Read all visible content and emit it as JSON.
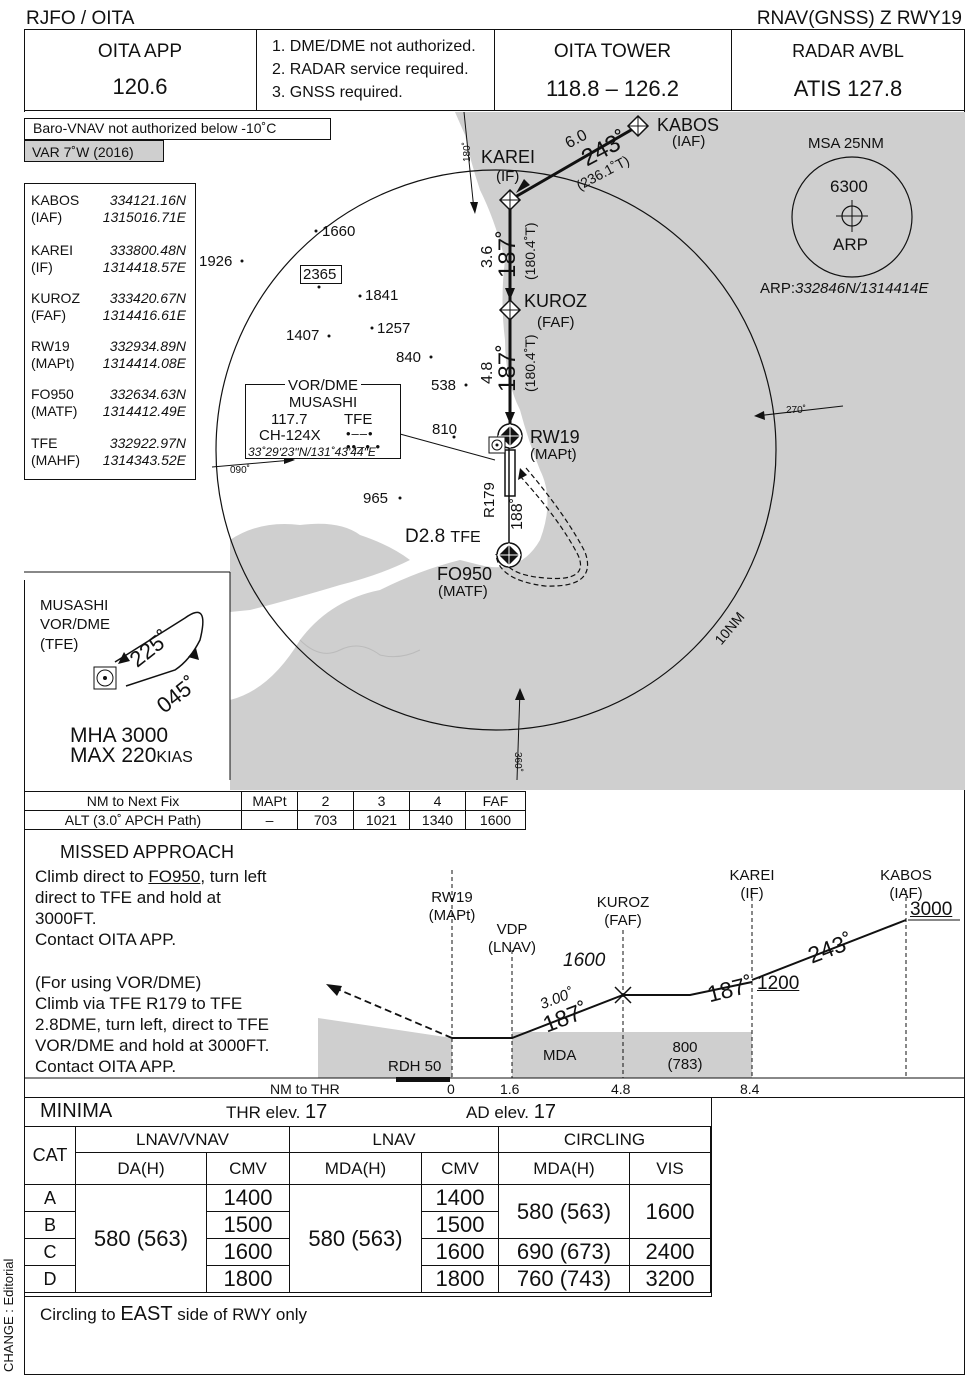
{
  "header": {
    "airport": "RJFO / OITA",
    "procedure": "RNAV(GNSS) Z RWY19"
  },
  "comms": {
    "app_label": "OITA  APP",
    "app_freq": "120.6",
    "notes": [
      "1. DME/DME not authorized.",
      "2. RADAR service required.",
      "3. GNSS required."
    ],
    "tower_label": "OITA  TOWER",
    "tower_freq": "118.8 – 126.2",
    "radar_label": "RADAR  AVBL",
    "atis": "ATIS  127.8"
  },
  "plan": {
    "baro_note": "Baro-VNAV not authorized below -10˚C",
    "variation": "VAR 7˚W (2016)",
    "waypoints": [
      {
        "name": "KABOS",
        "role": "(IAF)",
        "lat": "334121.16N",
        "lon": "1315016.71E"
      },
      {
        "name": "KAREI",
        "role": "(IF)",
        "lat": "333800.48N",
        "lon": "1314418.57E"
      },
      {
        "name": "KUROZ",
        "role": "(FAF)",
        "lat": "333420.67N",
        "lon": "1314416.61E"
      },
      {
        "name": "RW19",
        "role": "(MAPt)",
        "lat": "332934.89N",
        "lon": "1314414.08E"
      },
      {
        "name": "FO950",
        "role": "(MATF)",
        "lat": "332634.63N",
        "lon": "1314412.49E"
      },
      {
        "name": "TFE",
        "role": "(MAHF)",
        "lat": "332922.97N",
        "lon": "1314343.52E"
      }
    ],
    "msa": {
      "title": "MSA 25NM",
      "alt": "6300",
      "ref": "ARP",
      "arp_label": "ARP:",
      "arp_coord": "332846N/1314414E"
    },
    "navaid": {
      "title": "VOR/DME",
      "name": "MUSASHI",
      "freq": "117.7",
      "ident": "TFE",
      "channel": "CH-124X",
      "coord": "33˚29ʹ23ʺN/131˚43ʹ44ʺE"
    },
    "fixes": {
      "kabos": "KABOS",
      "kabos_role": "(IAF)",
      "karei": "KAREI",
      "karei_role": "(IF)",
      "kuroz": "KUROZ",
      "kuroz_role": "(FAF)",
      "rw19": "RW19",
      "rw19_role": "(MAPt)",
      "fo950": "FO950",
      "fo950_role": "(MATF)",
      "d28": "D2.8",
      "tfe": "TFE"
    },
    "legs": {
      "leg1_dist": "6.0",
      "leg1_crs": "243˚",
      "leg1_true": "(236.1˚T)",
      "leg2_dist": "3.6",
      "leg2_crs": "187˚",
      "leg2_true": "(180.4˚T)",
      "leg3_dist": "4.8",
      "leg3_crs": "187˚",
      "leg3_true": "(180.4˚T)",
      "radial": "R179",
      "ma_crs": "188˚"
    },
    "elevations": [
      "1660",
      "1926",
      "2365",
      "1841",
      "1407",
      "1257",
      "840",
      "538",
      "810",
      "965"
    ],
    "bearings": {
      "b180": "180˚",
      "b270": "270˚",
      "b090": "090˚",
      "b360": "360˚"
    },
    "range_ring": "10NM",
    "holding": {
      "fix_line1": "MUSASHI",
      "fix_line2": "VOR/DME",
      "fix_line3": "(TFE)",
      "inbound": "225˚",
      "outbound": "045˚",
      "mha": "MHA 3000",
      "max_prefix": "MAX 220",
      "max_unit": "KIAS"
    }
  },
  "distance_table": {
    "headers": [
      "NM to Next Fix",
      "MAPt",
      "2",
      "3",
      "4",
      "FAF"
    ],
    "row_label": "ALT (3.0˚ APCH Path)",
    "values": [
      "–",
      "703",
      "1021",
      "1340",
      "1600"
    ]
  },
  "missed_approach": {
    "title": "MISSED APPROACH",
    "line1_a": "Climb direct to ",
    "line1_fix": "FO950",
    "line1_b": ", turn left",
    "lines_rest": [
      "direct to TFE and hold at",
      "3000FT.",
      "Contact OITA APP."
    ],
    "vor_lines": [
      "(For using VOR/DME)",
      "Climb via TFE R179 to TFE",
      "2.8DME, turn left, direct to TFE",
      "VOR/DME and hold at 3000FT.",
      "Contact OITA APP."
    ]
  },
  "profile": {
    "rw19": "RW19",
    "rw19_role": "(MAPt)",
    "vdp": "VDP",
    "vdp_role": "(LNAV)",
    "kuroz": "KUROZ",
    "kuroz_role": "(FAF)",
    "karei": "KAREI",
    "karei_role": "(IF)",
    "kabos": "KABOS",
    "kabos_role": "(IAF)",
    "alt_kabos": "3000",
    "alt_karei": "1200",
    "alt_faf": "1600",
    "crs1": "243˚",
    "crs2": "187˚",
    "crs3": "187˚",
    "gpa": "3.00˚",
    "mda": "MDA",
    "mda_alt": "800",
    "mda_hat": "(783)",
    "rdh": "RDH 50",
    "nm_label": "NM to THR",
    "nm_marks": [
      "0",
      "1.6",
      "4.8",
      "8.4"
    ]
  },
  "minima": {
    "title": "MINIMA",
    "thr_label": "THR elev.",
    "thr_value": "17",
    "ad_label": "AD elev.",
    "ad_value": "17",
    "cat_header": "CAT",
    "lnav_vnav": "LNAV/VNAV",
    "lnav": "LNAV",
    "circling": "CIRCLING",
    "da": "DA(H)",
    "cmv": "CMV",
    "mda": "MDA(H)",
    "vis": "VIS",
    "cats": [
      "A",
      "B",
      "C",
      "D"
    ],
    "lnav_vnav_dah": "580 (563)",
    "cmv_values": [
      "1400",
      "1500",
      "1600",
      "1800"
    ],
    "lnav_mdah": "580 (563)",
    "circ_ab_mda": "580 (563)",
    "circ_ab_vis": "1600",
    "circ_c_mda": "690 (673)",
    "circ_c_vis": "2400",
    "circ_d_mda": "760 (743)",
    "circ_d_vis": "3200",
    "note_a": "Circling to ",
    "note_b": "EAST",
    "note_c": " side of RWY only"
  },
  "footer": {
    "change": "CHANGE : Editorial"
  }
}
